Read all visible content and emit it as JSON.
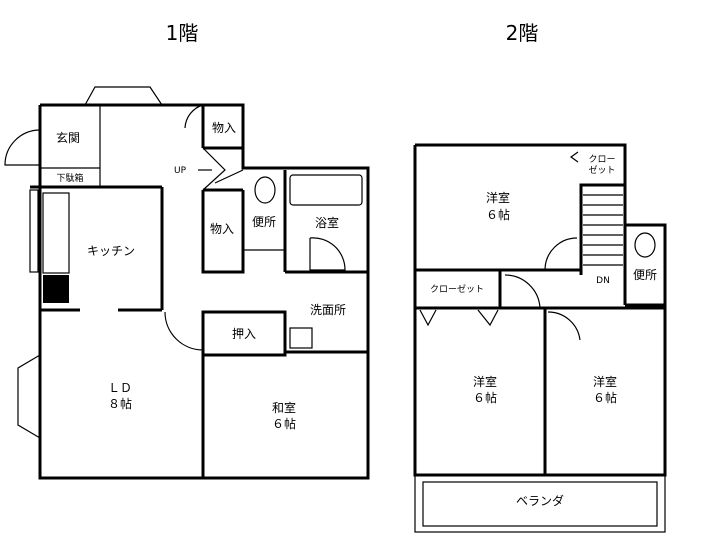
{
  "floors": [
    {
      "title": "1階",
      "rooms": {
        "entrance": "玄関",
        "shoe_box": "下駄箱",
        "storage_top": "物入",
        "up": "UP",
        "storage_mid": "物入",
        "toilet": "便所",
        "bath": "浴室",
        "kitchen": "キッチン",
        "washroom": "洗面所",
        "closet": "押入",
        "ld_name": "ＬＤ",
        "ld_size": "８帖",
        "japanese_name": "和室",
        "japanese_size": "６帖"
      }
    },
    {
      "title": "2階",
      "rooms": {
        "western1_name": "洋室",
        "western1_size": "６帖",
        "closet_a1": "クロー",
        "closet_a2": "ゼット",
        "closet_b": "クローゼット",
        "dn": "DN",
        "toilet": "便所",
        "western2_name": "洋室",
        "western2_size": "６帖",
        "western3_name": "洋室",
        "western3_size": "６帖",
        "balcony": "ベランダ"
      }
    }
  ]
}
